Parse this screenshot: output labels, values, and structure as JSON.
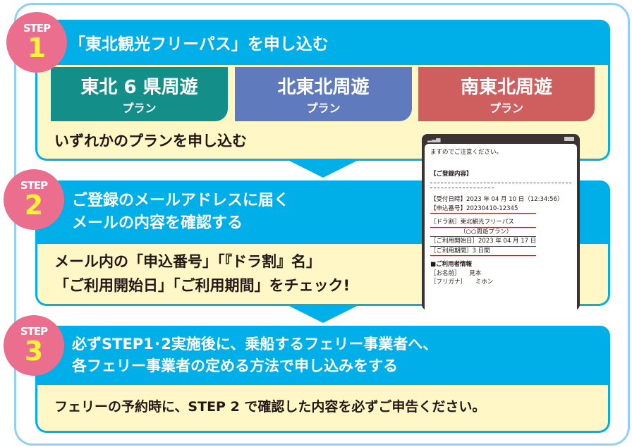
{
  "colors": {
    "blue": "#00aee8",
    "yellow": "#fff8c6",
    "pink": "#ec6e8e",
    "teal": "#138e89",
    "navy": "#5f7bbd",
    "red": "#cf5f5f"
  },
  "steps": [
    {
      "label": "STEP",
      "number": "1",
      "title": "「東北観光フリーパス」を申し込む",
      "body": "いずれかのプランを申し込む",
      "plans": [
        {
          "name": "東北 6 県周遊",
          "sub": "プラン"
        },
        {
          "name": "北東北周遊",
          "sub": "プラン"
        },
        {
          "name": "南東北周遊",
          "sub": "プラン"
        }
      ]
    },
    {
      "label": "STEP",
      "number": "2",
      "title_lines": [
        "ご登録のメールアドレスに届く",
        "メールの内容を確認する"
      ],
      "body_lines": [
        "メール内の「申込番号」「『ドラ割』名」",
        "「ご利用開始日」「ご利用期間」をチェック!"
      ]
    },
    {
      "label": "STEP",
      "number": "3",
      "title_lines": [
        "必ずSTEP1･2実施後に、乗船するフェリー事業者へ、",
        "各フェリー事業者の定める方法で申し込みをする"
      ],
      "body": "フェリーの予約時に、STEP 2 で確認した内容を必ずご申告ください。"
    }
  ],
  "phone": {
    "lines": [
      "ますのでご注意ください。",
      "【ご登録内容】",
      "【受付日時】2023 年 04 月 10 日（12:34:56）",
      "【申込番号】20230410-12345",
      "［ドラ割］東北観光フリーパス",
      "（○○周遊プラン）",
      "［ご利用開始日］2023 年 04 月 17 日",
      "［ご利用期間］3 日間",
      "■ご利用者情報",
      "［お名前］　　見本",
      "［フリガナ］　　ミホン"
    ]
  }
}
